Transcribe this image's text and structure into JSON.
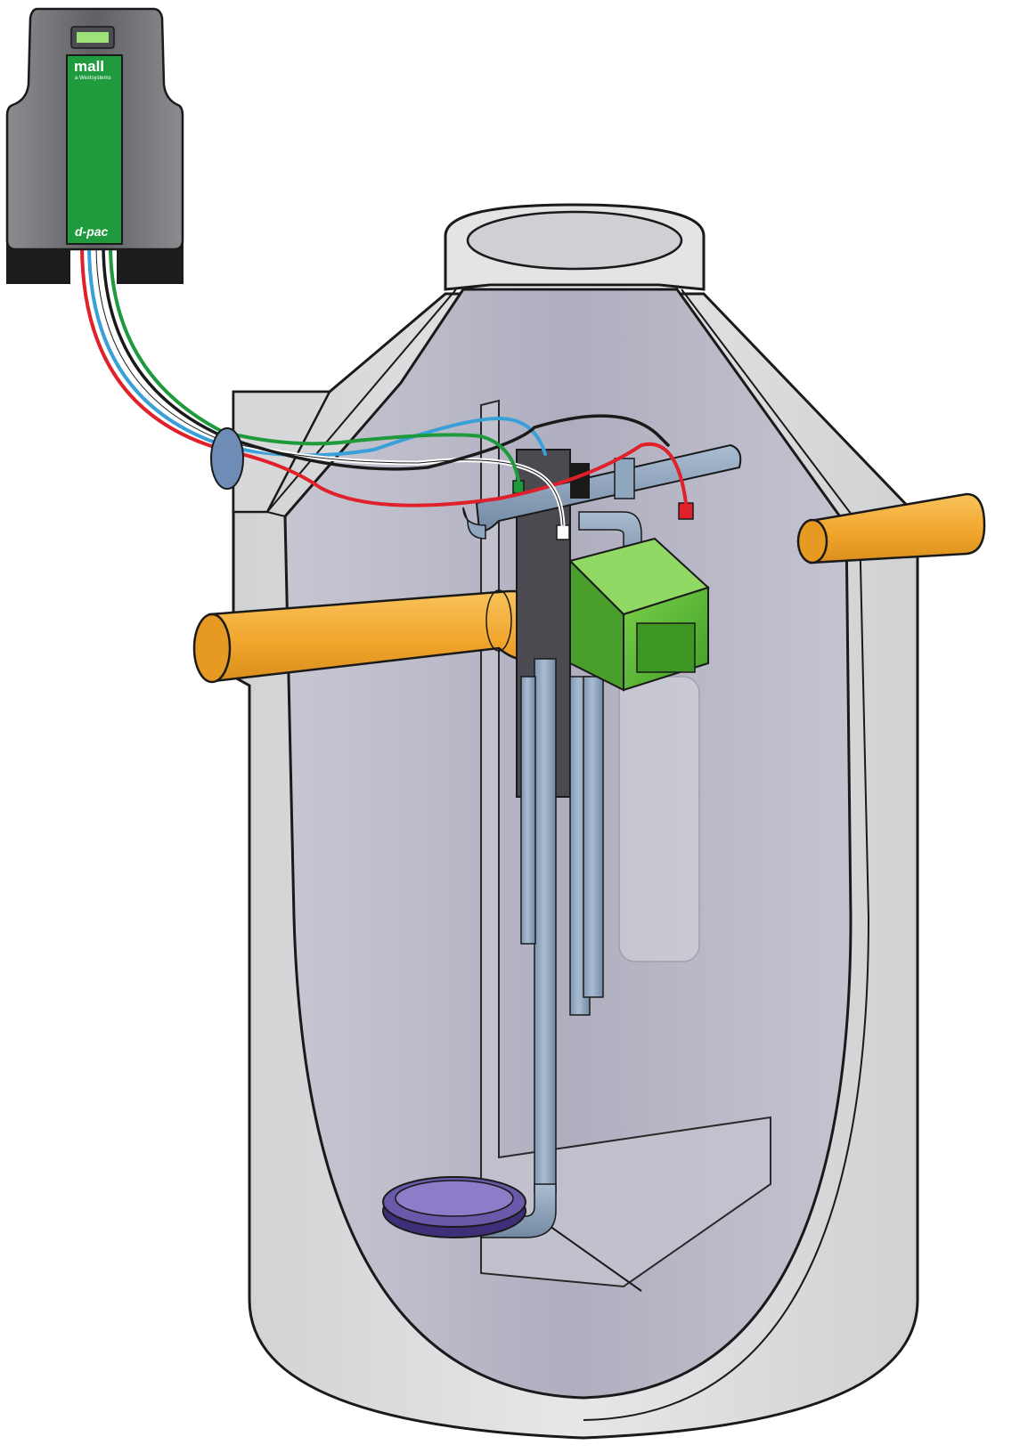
{
  "control_unit": {
    "brand": "mall",
    "brand_sub": "a Westsystems",
    "product_logo": "d-pac"
  },
  "colors": {
    "tank_concrete": "#d9dbdc",
    "tank_interior": "#b8b8c6",
    "pipe_orange": "#f2a82e",
    "pipe_blue_grey": "#8fa6bf",
    "valve_box_green": "#5cb336",
    "control_unit_green": "#1f9a3c",
    "control_unit_grey": "#6c6e72",
    "cable_red": "#e0202a",
    "cable_blue": "#3aa0d8",
    "cable_green": "#1e9a3c",
    "cable_black": "#1a1a1a",
    "cable_white": "#ffffff",
    "diffuser_purple": "#5e4c9a"
  }
}
